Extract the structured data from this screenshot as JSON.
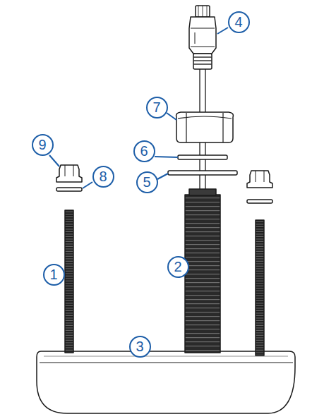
{
  "diagram": {
    "labels": [
      "4",
      "7",
      "9",
      "6",
      "8",
      "5",
      "2",
      "1",
      "3"
    ]
  }
}
